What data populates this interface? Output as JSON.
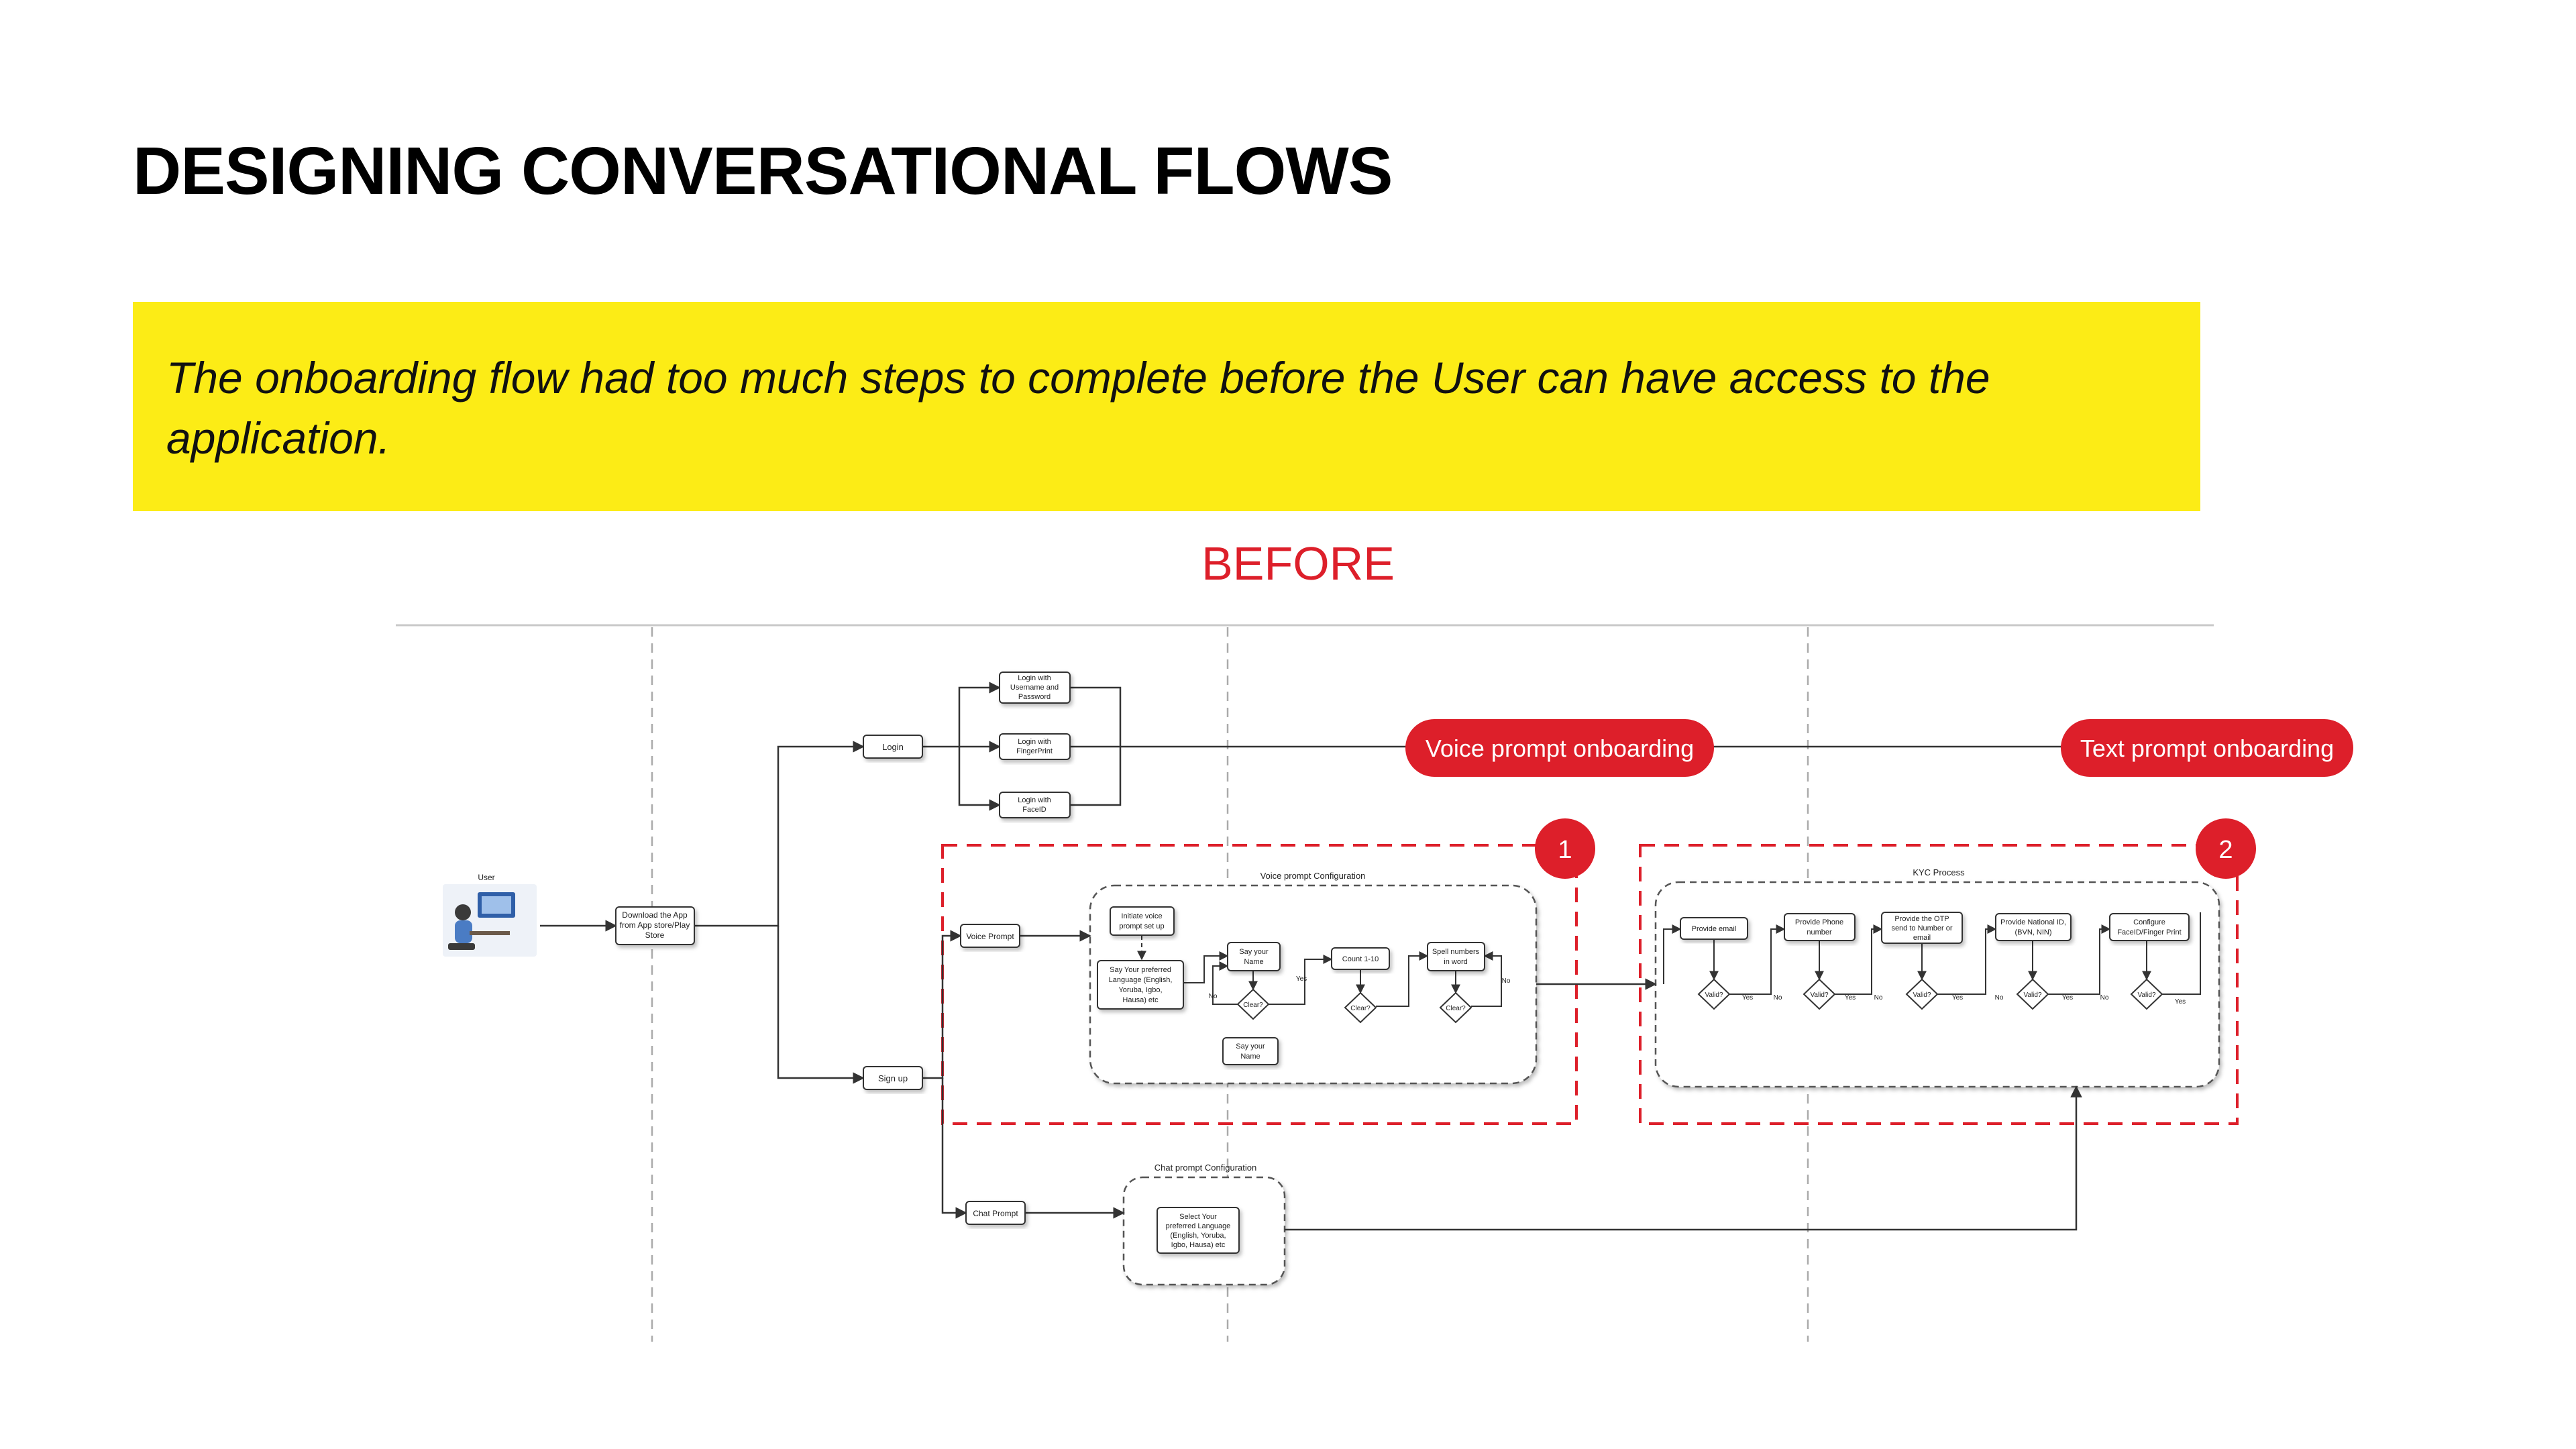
{
  "page": {
    "title": "DESIGNING CONVERSATIONAL FLOWS",
    "callout": "The onboarding flow had too much steps to complete before the User can have access to the application.",
    "section_label": "BEFORE"
  },
  "colors": {
    "accent_red": "#dd1f2a",
    "callout_yellow": "#fcec16",
    "text_dark": "#000000"
  },
  "diagram": {
    "user_label": "User",
    "download": [
      "Download the App",
      "from App store/Play",
      "Store"
    ],
    "login": "Login",
    "sign_up": "Sign up",
    "login_options": {
      "username": [
        "Login with",
        "Username and",
        "Password"
      ],
      "fingerprint": [
        "Login with",
        "FingerPrint"
      ],
      "faceid": [
        "Login with",
        "FaceID"
      ]
    },
    "voice_prompt": "Voice Prompt",
    "chat_prompt": "Chat Prompt",
    "badges": {
      "voice_onboarding": "Voice prompt onboarding",
      "text_onboarding": "Text prompt onboarding"
    },
    "markers": {
      "one": "1",
      "two": "2"
    },
    "voice_config": {
      "title": "Voice prompt Configuration",
      "initiate": [
        "Initiate voice",
        "prompt set up"
      ],
      "language": [
        "Say Your preferred",
        "Language (English,",
        "Yoruba, Igbo,",
        "Hausa) etc"
      ],
      "say_name": [
        "Say your",
        "Name"
      ],
      "say_name_retry": [
        "Say your",
        "Name"
      ],
      "count": "Count 1-10",
      "spell": [
        "Spell numbers",
        "in word"
      ],
      "clear": "Clear?",
      "yes": "Yes",
      "no": "No"
    },
    "kyc": {
      "title": "KYC Process",
      "email": "Provide email",
      "phone": [
        "Provide Phone",
        "number"
      ],
      "otp": [
        "Provide the OTP",
        "send to Number or",
        "email"
      ],
      "national_id": [
        "Provide National ID,",
        "(BVN, NIN)"
      ],
      "configure": [
        "Configure",
        "FaceID/Finger Print"
      ],
      "valid": "Valid?",
      "yes": "Yes",
      "no": "No"
    },
    "chat_config": {
      "title": "Chat prompt Configuration",
      "select": [
        "Select Your",
        "preferred Language",
        "(English, Yoruba,",
        "Igbo, Hausa) etc"
      ]
    }
  }
}
